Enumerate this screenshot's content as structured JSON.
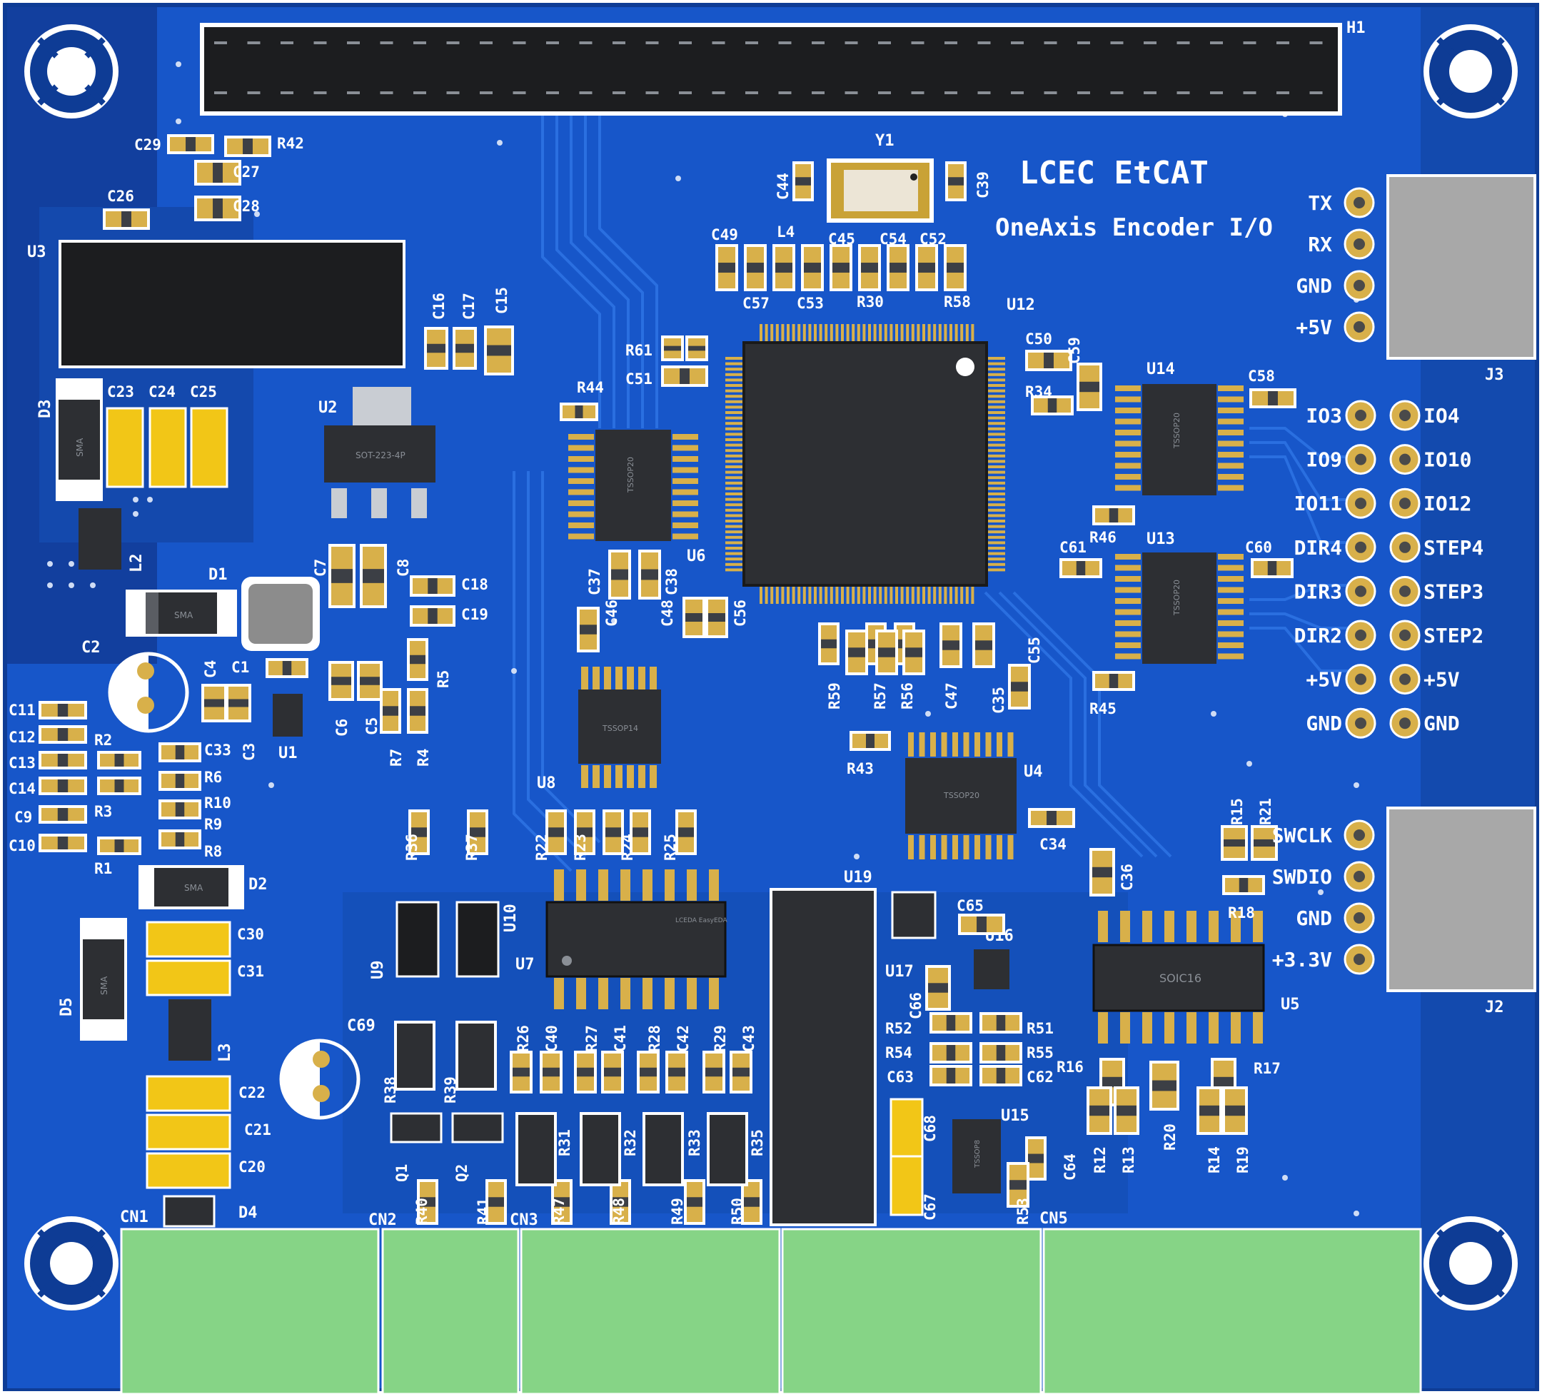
{
  "board": {
    "title": "LCEC EtCAT",
    "subtitle": "OneAxis Encoder I/O",
    "colors": {
      "pcb": "#1756c9",
      "pcb_dark": "#0f3f9c",
      "trace": "#1b63d8",
      "pad": "#d8b04a",
      "chip": "#2d2f33",
      "silk": "#ffffff",
      "connector": "#86d486",
      "hole_ring": "#ffffff"
    }
  },
  "labels": {
    "h1": "H1",
    "y1": "Y1",
    "u3": "U3",
    "u2": "U2",
    "u12": "U12",
    "u6": "U6",
    "u14": "U14",
    "u13": "U13",
    "u8": "U8",
    "u4": "U4",
    "u7": "U7",
    "u9": "U9",
    "u10": "U10",
    "u19": "U19",
    "u17": "U17",
    "u16": "U16",
    "u15": "U15",
    "u5": "U5",
    "u1": "U1",
    "j3": "J3",
    "j2": "J2",
    "d1": "D1",
    "d2": "D2",
    "d3": "D3",
    "d4": "D4",
    "d5": "D5",
    "l2": "L2",
    "l3": "L3",
    "l4": "L4",
    "c1": "C1",
    "c2": "C2",
    "c3": "C3",
    "c4": "C4",
    "c5": "C5",
    "c6": "C6",
    "c7": "C7",
    "c8": "C8",
    "c9": "C9",
    "c10": "C10",
    "c11": "C11",
    "c12": "C12",
    "c13": "C13",
    "c14": "C14",
    "c15": "C15",
    "c16": "C16",
    "c17": "C17",
    "c18": "C18",
    "c19": "C19",
    "c20": "C20",
    "c21": "C21",
    "c22": "C22",
    "c23": "C23",
    "c24": "C24",
    "c25": "C25",
    "c26": "C26",
    "c27": "C27",
    "c28": "C28",
    "c29": "C29",
    "c30": "C30",
    "c31": "C31",
    "c33": "C33",
    "c34": "C34",
    "c35": "C35",
    "c36": "C36",
    "c37": "C37",
    "c38": "C38",
    "c39": "C39",
    "c40": "C40",
    "c41": "C41",
    "c42": "C42",
    "c43": "C43",
    "c44": "C44",
    "c45": "C45",
    "c46": "C46",
    "c47": "C47",
    "c48": "C48",
    "c49": "C49",
    "c50": "C50",
    "c51": "C51",
    "c52": "C52",
    "c53": "C53",
    "c54": "C54",
    "c55": "C55",
    "c56": "C56",
    "c57": "C57",
    "c58": "C58",
    "c59": "C59",
    "c60": "C60",
    "c61": "C61",
    "c62": "C62",
    "c63": "C63",
    "c64": "C64",
    "c65": "C65",
    "c66": "C66",
    "c67": "C67",
    "c68": "C68",
    "c69": "C69",
    "r1": "R1",
    "r2": "R2",
    "r3": "R3",
    "r4": "R4",
    "r5": "R5",
    "r6": "R6",
    "r7": "R7",
    "r8": "R8",
    "r9": "R9",
    "r10": "R10",
    "r12": "R12",
    "r13": "R13",
    "r14": "R14",
    "r15": "R15",
    "r16": "R16",
    "r17": "R17",
    "r18": "R18",
    "r19": "R19",
    "r20": "R20",
    "r21": "R21",
    "r22": "R22",
    "r23": "R23",
    "r24": "R24",
    "r25": "R25",
    "r26": "R26",
    "r27": "R27",
    "r28": "R28",
    "r29": "R29",
    "r30": "R30",
    "r31": "R31",
    "r32": "R32",
    "r33": "R33",
    "r34": "R34",
    "r35": "R35",
    "r36": "R36",
    "r37": "R37",
    "r38": "R38",
    "r39": "R39",
    "r40": "R40",
    "r41": "R41",
    "r42": "R42",
    "r43": "R43",
    "r44": "R44",
    "r45": "R45",
    "r46": "R46",
    "r47": "R47",
    "r48": "R48",
    "r49": "R49",
    "r50": "R50",
    "r51": "R51",
    "r52": "R52",
    "r53": "R53",
    "r54": "R54",
    "r55": "R55",
    "r56": "R56",
    "r57": "R57",
    "r58": "R58",
    "r59": "R59",
    "r61": "R61",
    "q1": "Q1",
    "q2": "Q2",
    "cn1": "CN1",
    "cn2": "CN2",
    "cn3": "CN3",
    "cn5": "CN5",
    "pkg_sot223": "SOT-223-4P",
    "pkg_sma": "SMA",
    "pkg_tssop20": "TSSOP20",
    "pkg_tssop14": "TSSOP14",
    "pkg_soic16": "SOIC16",
    "pkg_tssop8": "TSSOP8",
    "pkg_lcsc": "LCEDA\nEasyEDA"
  },
  "pins": {
    "uart": [
      "TX",
      "RX",
      "GND",
      "+5V"
    ],
    "swd": [
      "SWCLK",
      "SWDIO",
      "GND",
      "+3.3V"
    ],
    "io_left": [
      "IO3",
      "IO9",
      "IO11",
      "DIR4",
      "DIR3",
      "DIR2",
      "+5V",
      "GND"
    ],
    "io_right": [
      "IO4",
      "IO10",
      "IO12",
      "STEP4",
      "STEP3",
      "STEP2",
      "+5V",
      "GND"
    ]
  },
  "icons": [
    "mounting-hole-icon",
    "pin-header-icon",
    "terminal-block-icon"
  ]
}
